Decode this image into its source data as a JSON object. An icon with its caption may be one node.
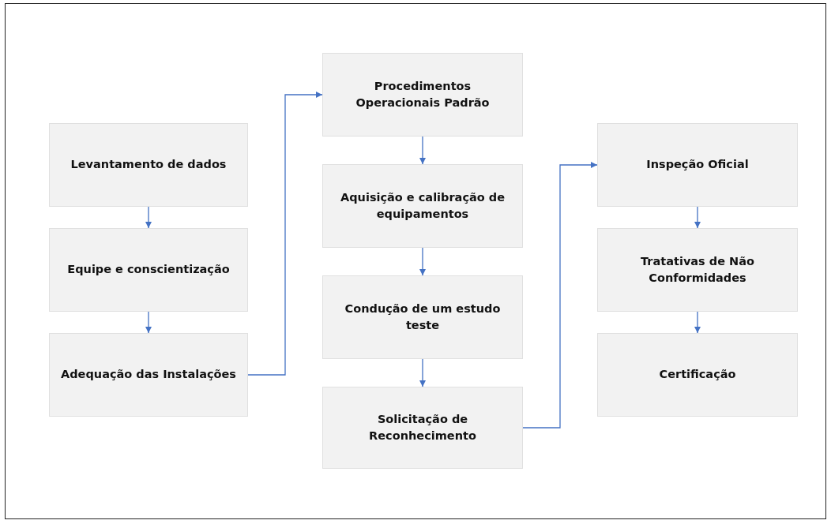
{
  "diagram": {
    "nodes": [
      {
        "text": [
          "Levantamento de dados"
        ]
      },
      {
        "text": [
          "Equipe e conscientização"
        ]
      },
      {
        "text": [
          "Adequação das Instalações"
        ]
      },
      {
        "text": [
          "Procedimentos Operacionais Padrão"
        ]
      },
      {
        "text": [
          "Aquisição e calibração de equipamentos"
        ]
      },
      {
        "text": [
          "Condução de um estudo teste"
        ]
      },
      {
        "text": [
          "Solicitação de Reconhecimento"
        ]
      },
      {
        "text": [
          "Inspeção Oficial"
        ]
      },
      {
        "text": [
          "Tratativas de Não Conformidades"
        ]
      },
      {
        "text": [
          "Certificação"
        ]
      }
    ],
    "edges": [
      {
        "from": 0,
        "to": 1,
        "arrow": "to"
      },
      {
        "from": 1,
        "to": 2,
        "arrow": "to"
      },
      {
        "from": 2,
        "to": 3,
        "arrow": "to"
      },
      {
        "from": 3,
        "to": 4,
        "arrow": "to"
      },
      {
        "from": 4,
        "to": 5,
        "arrow": "to"
      },
      {
        "from": 5,
        "to": 6,
        "arrow": "to"
      },
      {
        "from": 6,
        "to": 7,
        "arrow": "to"
      },
      {
        "from": 7,
        "to": 8,
        "arrow": "to"
      },
      {
        "from": 8,
        "to": 9,
        "arrow": "to"
      }
    ]
  }
}
